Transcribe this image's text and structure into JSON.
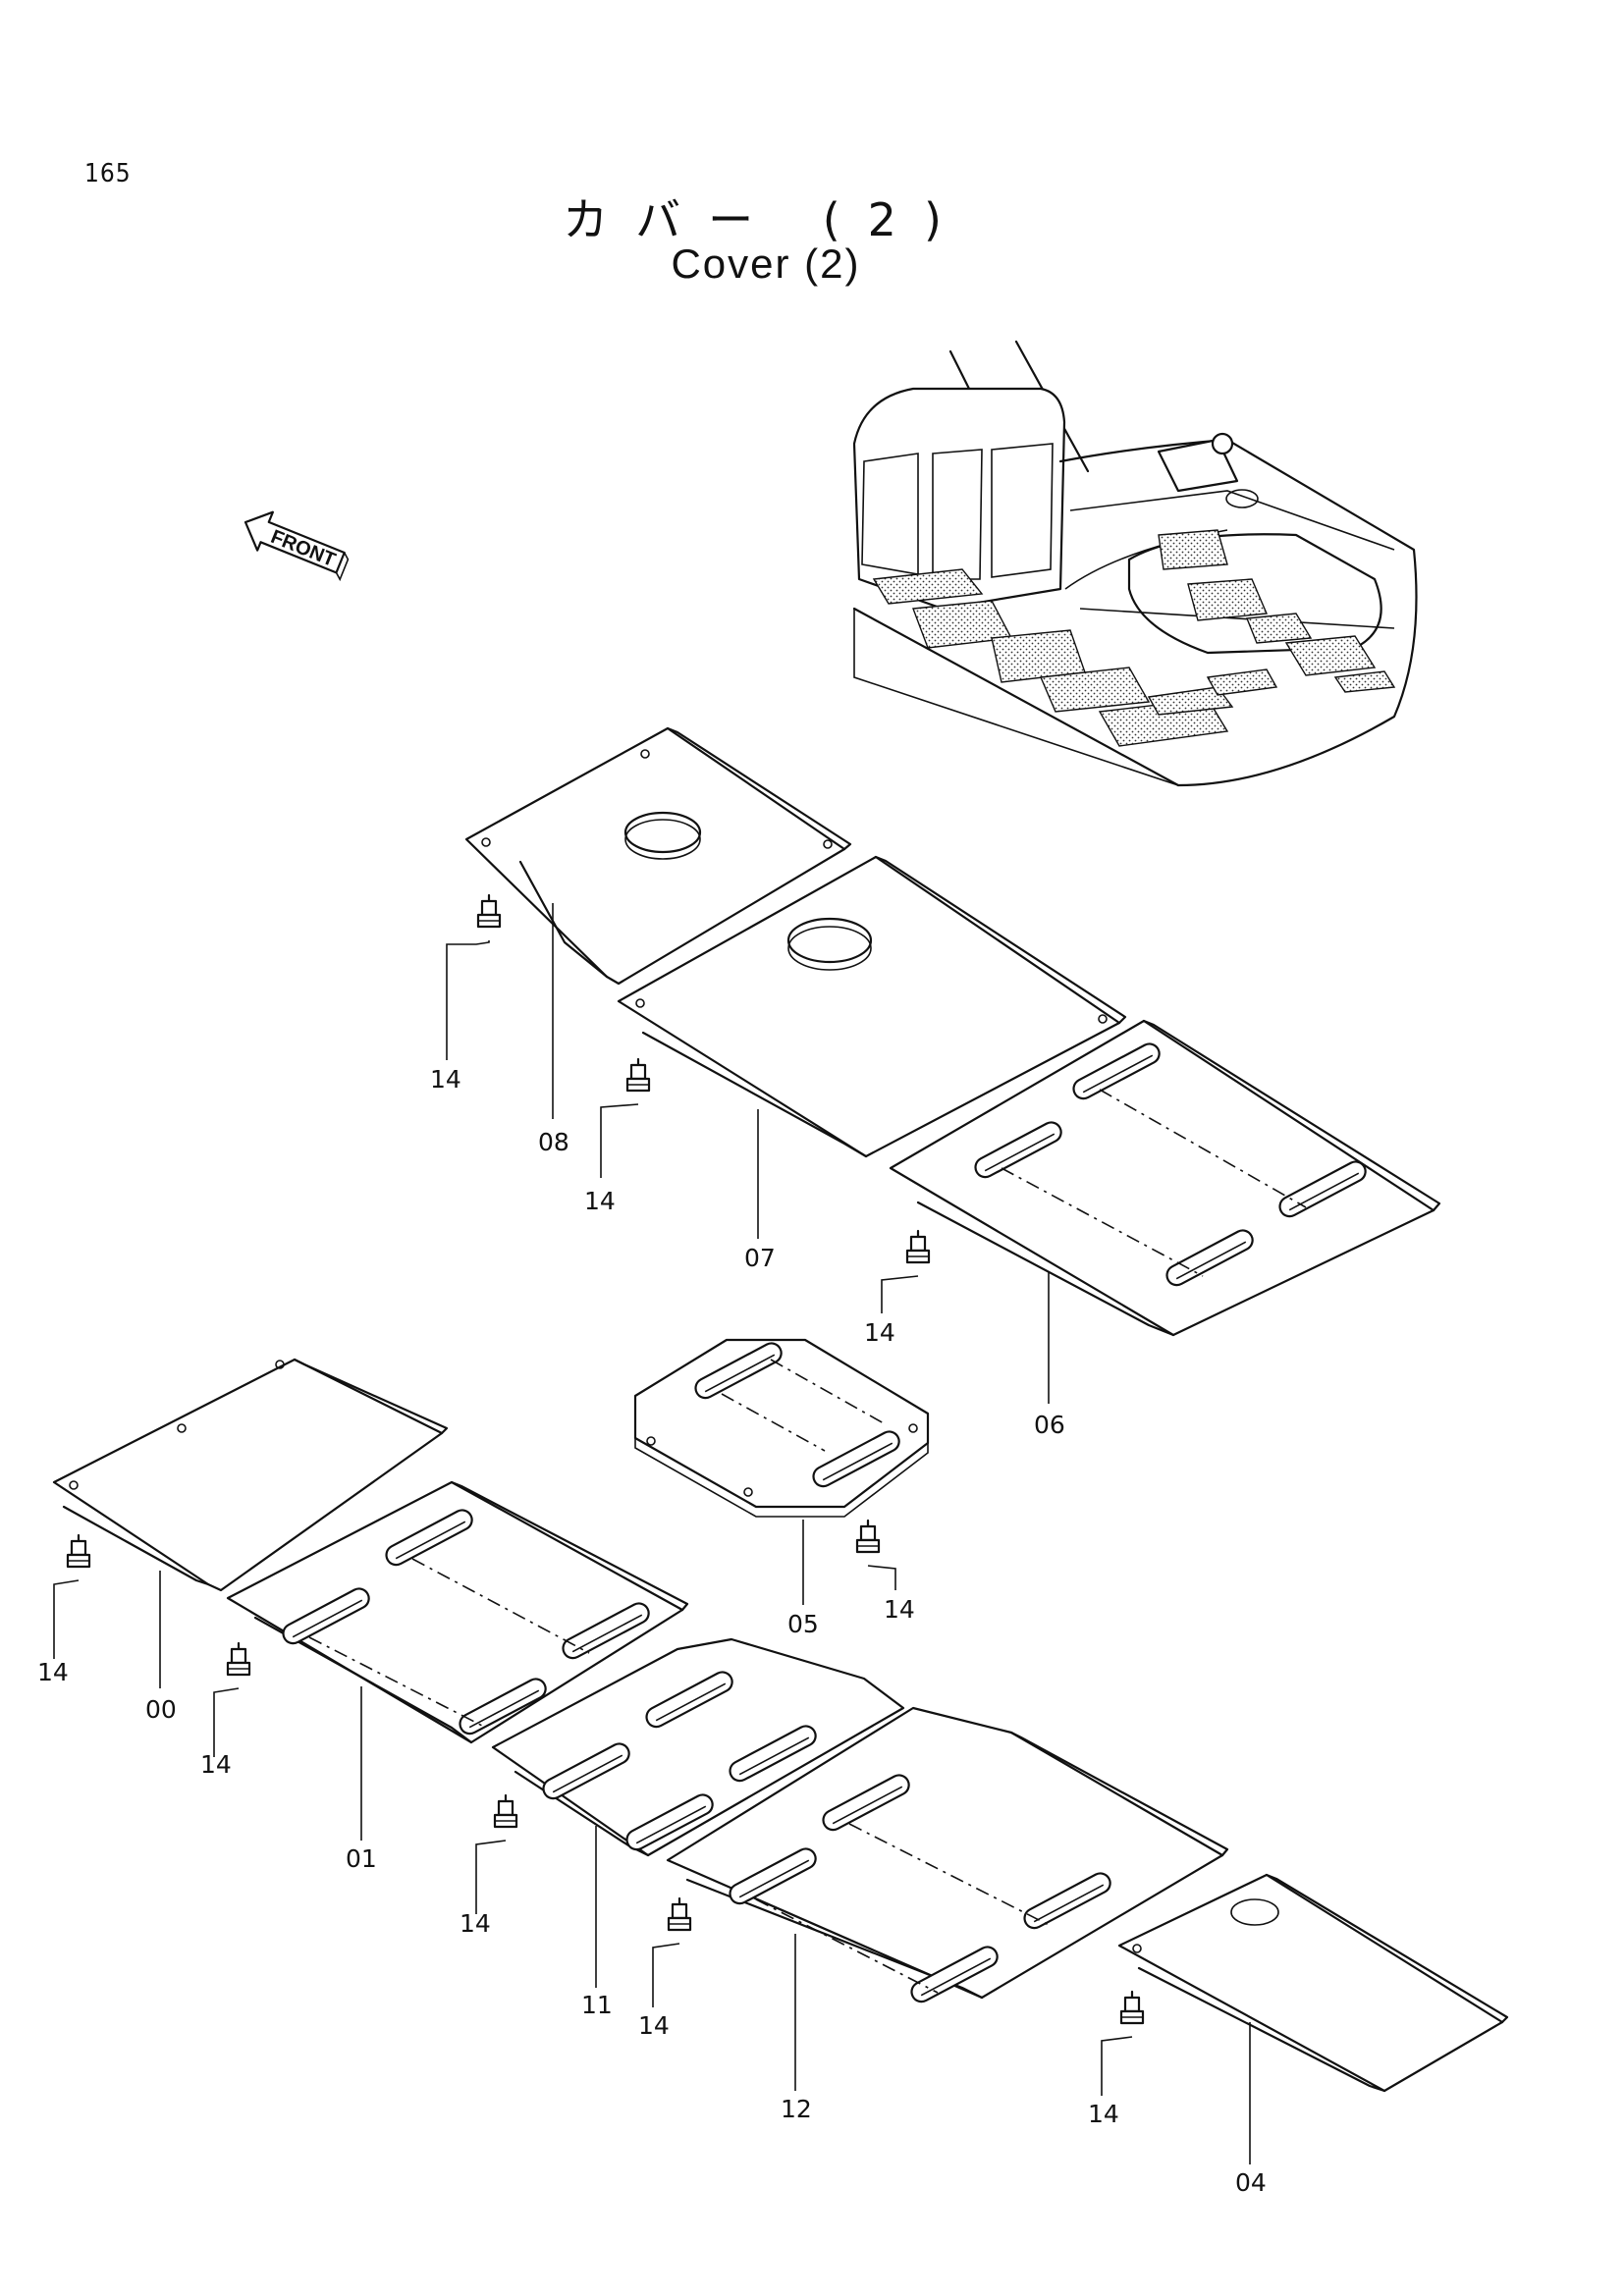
{
  "page_number": "165",
  "title_jp": "カバー (2)",
  "title_en": "Cover (2)",
  "front_label": "FRONT",
  "callouts": {
    "c00": "00",
    "c01": "01",
    "c04": "04",
    "c05": "05",
    "c06": "06",
    "c07": "07",
    "c08": "08",
    "c11": "11",
    "c12": "12",
    "c14": "14"
  }
}
